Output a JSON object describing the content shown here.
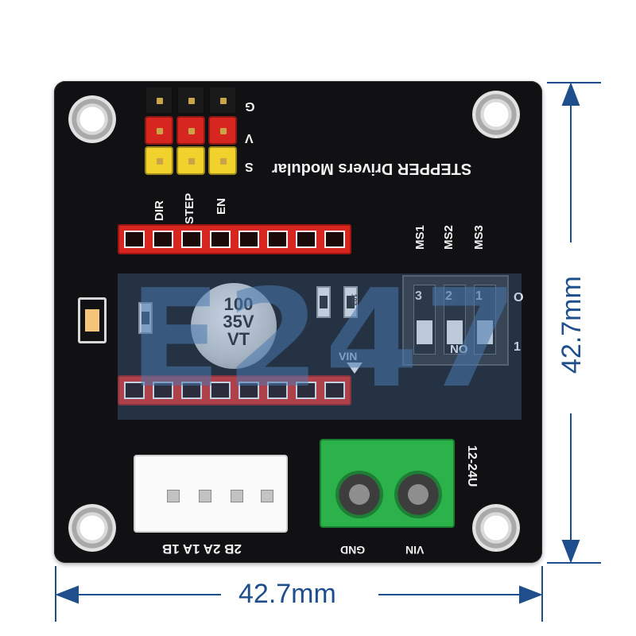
{
  "board": {
    "title": "STEPPER Drivers Modular",
    "header_side_labels": [
      "G",
      "V",
      "S"
    ],
    "signal_labels": [
      "DIR",
      "STEP",
      "EN"
    ],
    "dip_labels": [
      "MS1",
      "MS2",
      "MS3"
    ],
    "dip_numbers": [
      "3",
      "2",
      "1"
    ],
    "dip_on": "ON",
    "dip_state_labels": [
      "O",
      "1"
    ],
    "cap_text": [
      "100",
      "35V",
      "VT"
    ],
    "res_code": "103",
    "vin_label": "VIN",
    "power_range": "12-24U",
    "terminal_labels": [
      "GND",
      "VIN"
    ],
    "motor_labels": "2B 2A 1A 1B"
  },
  "watermark": {
    "text": "E247"
  },
  "dimensions": {
    "width": "42.7mm",
    "height": "42.7mm",
    "line_color": "#1f4e8c"
  },
  "colors": {
    "pcb": "#111113",
    "header_red": "#d7261f",
    "header_yellow": "#f1d22d",
    "terminal_green": "#2bb24a"
  }
}
